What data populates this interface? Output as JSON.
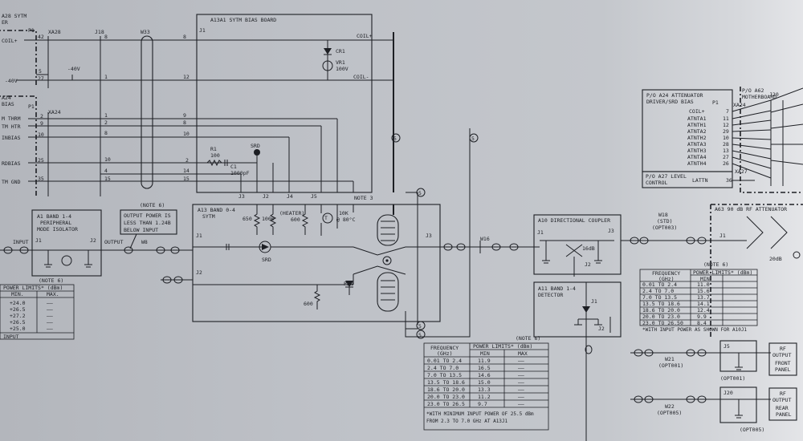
{
  "left_edge": {
    "a28_title": "A28 SYTM",
    "a28_title_cont": "ER",
    "a24_title": "A24",
    "a24_title_cont": "BIAS",
    "coil_plus": "COIL+",
    "minus40v": "-40V",
    "minus40v_2": "-40V",
    "thrm": "M THRM",
    "htr": "TM HTR",
    "inbias": "INBIAS",
    "rdbias": "RDBIAS",
    "gnd": "TM GND",
    "p1": "P1",
    "p1b": "P1",
    "xa28": "XA28",
    "xa24": "XA24",
    "j18": "J18",
    "w33": "W33"
  },
  "pins_left": [
    "42",
    "5",
    "27",
    "2",
    "9",
    "10",
    "25",
    "35"
  ],
  "pins_j18": [
    "8",
    "1",
    "1",
    "2",
    "8",
    "10",
    "4",
    "15"
  ],
  "pins_j18b": [
    "42",
    "5",
    "27",
    "2",
    "9",
    "10",
    "25",
    "35"
  ],
  "pins_a13a1": [
    "8",
    "12",
    "9",
    "8",
    "10",
    "2",
    "14",
    "15"
  ],
  "a13a1": {
    "title": "A13A1 SYTM BIAS BOARD",
    "j1": "J1",
    "coil_plus": "COIL+",
    "coil_minus": "COIL-",
    "cr1": "CR1",
    "vr1": "VR1",
    "vr1_val": "100V",
    "r1": "R1",
    "r1_val": "100",
    "c1": "C1",
    "c1_val": "1000pF",
    "srd": "SRD",
    "j3": "J3",
    "j2": "J2",
    "j4": "J4",
    "j5": "J5",
    "note3": "NOTE 3"
  },
  "a13": {
    "title": "A13 BAND 0-4",
    "title2": "SYTM",
    "j1": "J1",
    "j2": "J2",
    "j3": "J3",
    "r650": "650",
    "r1000": "1000",
    "heater": "(HEATER)",
    "r600": "600",
    "t": "T",
    "thermistor": "10K",
    "thermistor_temp": "@ 80°C",
    "srd": "SRD",
    "pin": "PIN",
    "r600b": "600"
  },
  "a11": {
    "title": "A1 BAND 1-4",
    "title2": "PERIPHERAL",
    "title3": "MODE ISOLATOR",
    "j1": "J1",
    "j2": "J2",
    "input": "INPUT",
    "output": "OUTPUT",
    "w8": "W8"
  },
  "note6_top": {
    "label": "(NOTE 6)",
    "line1": "OUTPUT POWER IS",
    "line2": "LESS THAN 1.24B",
    "line3": "BELOW INPUT"
  },
  "left_table": {
    "note": "(NOTE 6)",
    "title": "POWER LIMITS* (dBm)",
    "headers": [
      "MIN.",
      "MAX."
    ],
    "rows": [
      [
        "+24.0",
        "——"
      ],
      [
        "+26.5",
        "——"
      ],
      [
        "+27.2",
        "——"
      ],
      [
        "+26.5",
        "——"
      ],
      [
        "+25.0",
        "——"
      ]
    ],
    "footer": "INPUT"
  },
  "center_table": {
    "note": "(NOTE 6)",
    "col1": "FREQUENCY",
    "col1_unit": "(GHz)",
    "col2": "POWER LIMITS* (dBm)",
    "sub_min": "MIN",
    "sub_max": "MAX",
    "rows": [
      [
        "0.01 TO 2.4",
        "11.9",
        "——"
      ],
      [
        "2.4 TO 7.0",
        "16.5",
        "——"
      ],
      [
        "7.0 TO 13.5",
        "14.6",
        "——"
      ],
      [
        "13.5 TO 18.6",
        "15.0",
        "——"
      ],
      [
        "18.6 TO 20.0",
        "13.3",
        "——"
      ],
      [
        "20.0 TO 23.0",
        "11.2",
        "——"
      ],
      [
        "23.0 TO 26.5",
        "9.7",
        "——"
      ]
    ],
    "footnote1": "*WITH MINIMUM INPUT POWER OF 25.5 dBm",
    "footnote2": "FROM 2.3 TO 7.0 GHz AT A13J1"
  },
  "a10": {
    "title": "A10 DIRECTIONAL COUPLER",
    "j1": "J1",
    "j2": "J2",
    "j3": "J3",
    "db": "16dB",
    "w16": "W16"
  },
  "a11det": {
    "title": "A11 BAND 1-4",
    "title2": "DETECTOR",
    "j1": "J1",
    "j2": "J2"
  },
  "right_table": {
    "note": "(NOTE 6)",
    "col1": "FREQUENCY",
    "col1_unit": "(GHz)",
    "col2": "POWER LIMITS* (dBm)",
    "sub_min": "MIN",
    "rows": [
      [
        "0.01 TO 2.4",
        "11.0"
      ],
      [
        "2.4 TO 7.0",
        "15.6"
      ],
      [
        "7.0 TO 13.5",
        "13.7"
      ],
      [
        "13.5 TO 18.6",
        "14.1"
      ],
      [
        "18.6 TO 20.0",
        "12.4"
      ],
      [
        "20.0 TO 23.0",
        "9.9"
      ],
      [
        "23.0 TO 26.50",
        "8.4"
      ]
    ],
    "footnote": "*WITH INPUT POWER AS SHOWN FOR A10J1"
  },
  "a24": {
    "title": "P/O A24 ATTENUATOR",
    "title2": "DRIVER/SRD BIAS",
    "p1": "P1",
    "xa24": "XA24",
    "signals": [
      "COIL+",
      "ATNTA1",
      "ATNTH1",
      "ATNTA2",
      "ATNTH2",
      "ATNTA3",
      "ATNTH3",
      "ATNTA4",
      "ATNTH4"
    ],
    "pins": [
      "7",
      "11",
      "12",
      "29",
      "10",
      "28",
      "13",
      "27",
      "26"
    ],
    "a27_title": "P/O A27 LEVEL",
    "a27_title2": "CONTROL",
    "lattn": "LATTN",
    "lattn_pin": "36",
    "xa27": "XA27"
  },
  "motherboard": {
    "title": "P/O A62",
    "title2": "MOTHERBOARD",
    "j20": "J20"
  },
  "a63": {
    "title": "A63 90 dB RF ATTENUATOR",
    "j1": "J1",
    "db": "20dB"
  },
  "w18": {
    "label": "W18",
    "sub": "(STD)",
    "sub2": "(OPT003)"
  },
  "w21": {
    "label": "W21",
    "sub": "(OPT001)"
  },
  "w22": {
    "label": "W22",
    "sub": "(OPT005)"
  },
  "j5": {
    "label": "J5",
    "opt": "(OPT001)"
  },
  "j20b": {
    "label": "J20",
    "opt": "(OPT005)"
  },
  "rf_front": {
    "line1": "RF",
    "line2": "OUTPUT",
    "line3": "FRONT",
    "line4": "PANEL"
  },
  "rf_rear": {
    "line1": "RF",
    "line2": "OUTPUT",
    "line3": "REAR",
    "line4": "PANEL"
  },
  "cable_tags": [
    "5",
    "5",
    "5",
    "5",
    "5"
  ]
}
